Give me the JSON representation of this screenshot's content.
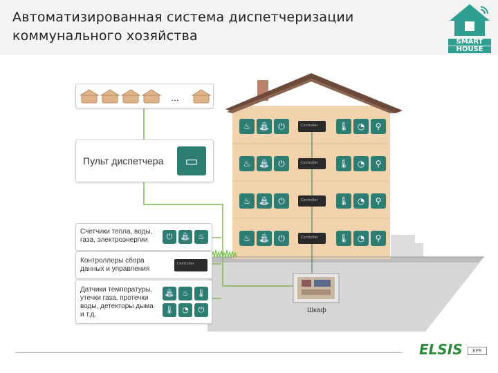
{
  "title": {
    "line1": "Автоматизированная система диспетчеризации",
    "line2": "коммунального хозяйства"
  },
  "logo": {
    "line1": "SMART",
    "line2": "HOUSE"
  },
  "panels": {
    "houses_ellipsis": "...",
    "dispatcher_label": "Пульт диспетчера",
    "meters_label": [
      "Счетчики тепла, воды,",
      "газа, электроэнергии"
    ],
    "controllers_label": [
      "Контроллеры сбора",
      "данных и управления"
    ],
    "sensors_label": [
      "Датчики температуры,",
      "утечки газа, протечки",
      "воды, детекторы дыма",
      "и т.д."
    ]
  },
  "cabinet_label": "Шкаф",
  "controller_device_label": "Controller",
  "footer_logo": {
    "mark": "ELSIS",
    "sub": "EPR"
  },
  "colors": {
    "tile": "#2e7d73",
    "wire": "#7fb24a",
    "building": "#f0d3ad",
    "roof": "#6b4a3a",
    "ground": "#cfcfcf"
  },
  "icons": {
    "floor_left": [
      "flame-icon",
      "faucet-icon",
      "plug-icon"
    ],
    "floor_right": [
      "thermometer-icon",
      "smoke-detector-icon",
      "temperature-probe-icon"
    ],
    "meters": [
      "plug-icon",
      "faucet-icon",
      "flame-icon"
    ],
    "sensors_row1": [
      "faucet-icon",
      "flame-icon",
      "thermometer-icon"
    ],
    "sensors_row2": [
      "thermometer-icon",
      "smoke-detector-icon",
      "plug-icon"
    ]
  }
}
